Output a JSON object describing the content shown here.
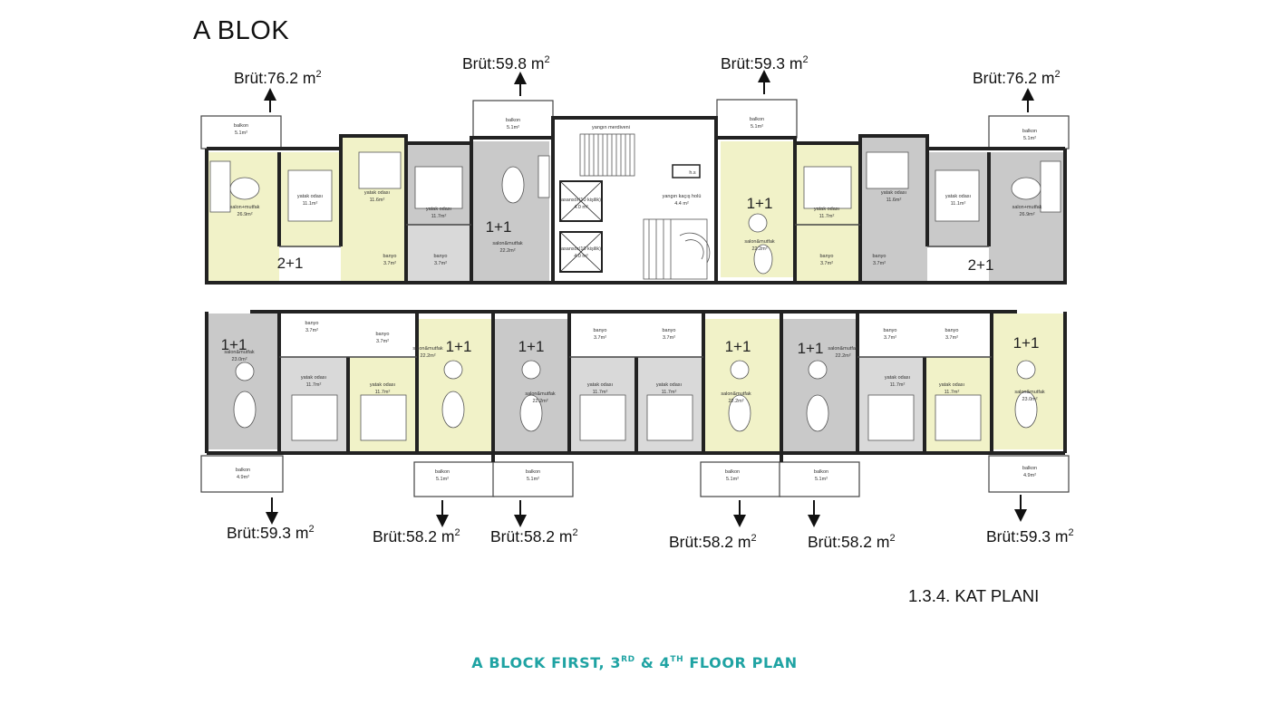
{
  "title": "A BLOK",
  "floor_label": "1.3.4. KAT PLANI",
  "caption": {
    "pre": "A BLOCK FIRST, 3",
    "sup1": "RD",
    "mid": " & 4",
    "sup2": "TH",
    "post": " FLOOR PLAN"
  },
  "areas_top": [
    {
      "text": "Brüt:76.2 m",
      "sup": "2"
    },
    {
      "text": "Brüt:59.8 m",
      "sup": "2"
    },
    {
      "text": "Brüt:59.3 m",
      "sup": "2"
    },
    {
      "text": "Brüt:76.2 m",
      "sup": "2"
    }
  ],
  "areas_bottom": [
    {
      "text": "Brüt:59.3 m",
      "sup": "2"
    },
    {
      "text": "Brüt:58.2 m",
      "sup": "2"
    },
    {
      "text": "Brüt:58.2 m",
      "sup": "2"
    },
    {
      "text": "Brüt:58.2 m",
      "sup": "2"
    },
    {
      "text": "Brüt:58.2 m",
      "sup": "2"
    },
    {
      "text": "Brüt:59.3 m",
      "sup": "2"
    }
  ],
  "unit_types": {
    "two_plus_one": "2+1",
    "one_plus_one": "1+1"
  },
  "rooms": {
    "balkon": "balkon",
    "balkon_5_1": "5.1m²",
    "balkon_4_9": "4.9m²",
    "salon_muftak": "salon+mutfak",
    "salon_muftak_2": "salon&mutfak",
    "yatak_odasi": "yatak odası",
    "banyo": "banyo",
    "banyo_area": "3.7m²",
    "yangin_merdiveni": "yangın merdiveni",
    "yangin_kacis": "yangın kaçış holü",
    "yangin_kacis_area": "4.4 m²",
    "asansor": "asansör(10 kişilik)",
    "asansor_area": "4.0 m²",
    "hs": "h.s",
    "a_26_9": "26.9m²",
    "a_11_1": "11.1m²",
    "a_11_6": "11.6m²",
    "a_11_7": "11.7m²",
    "a_22_2": "22.2m²",
    "a_23_0": "23.0m²"
  },
  "colors": {
    "yellow_unit": "#f1f2c8",
    "grey_unit": "#c9c9c9",
    "wall": "#222222",
    "caption": "#1fa3a3"
  }
}
